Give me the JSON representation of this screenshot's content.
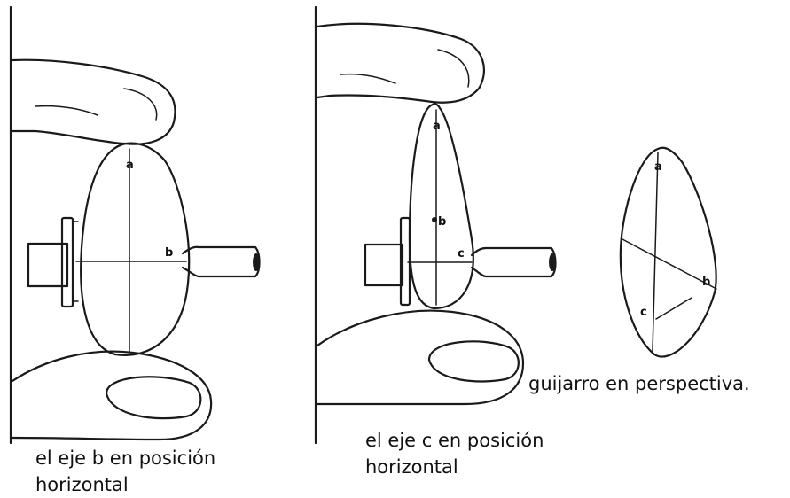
{
  "panels": [
    {
      "caption_line1": "el eje b en posición",
      "caption_line2": "horizontal",
      "labels": {
        "a": "a",
        "b": "b"
      }
    },
    {
      "caption_line1": "el eje c en posición",
      "caption_line2": "horizontal",
      "labels": {
        "a": "a",
        "b": "b",
        "c": "c"
      }
    },
    {
      "caption": "guijarro en perspectiva.",
      "labels": {
        "a": "a",
        "b": "b",
        "c": "c"
      }
    }
  ]
}
